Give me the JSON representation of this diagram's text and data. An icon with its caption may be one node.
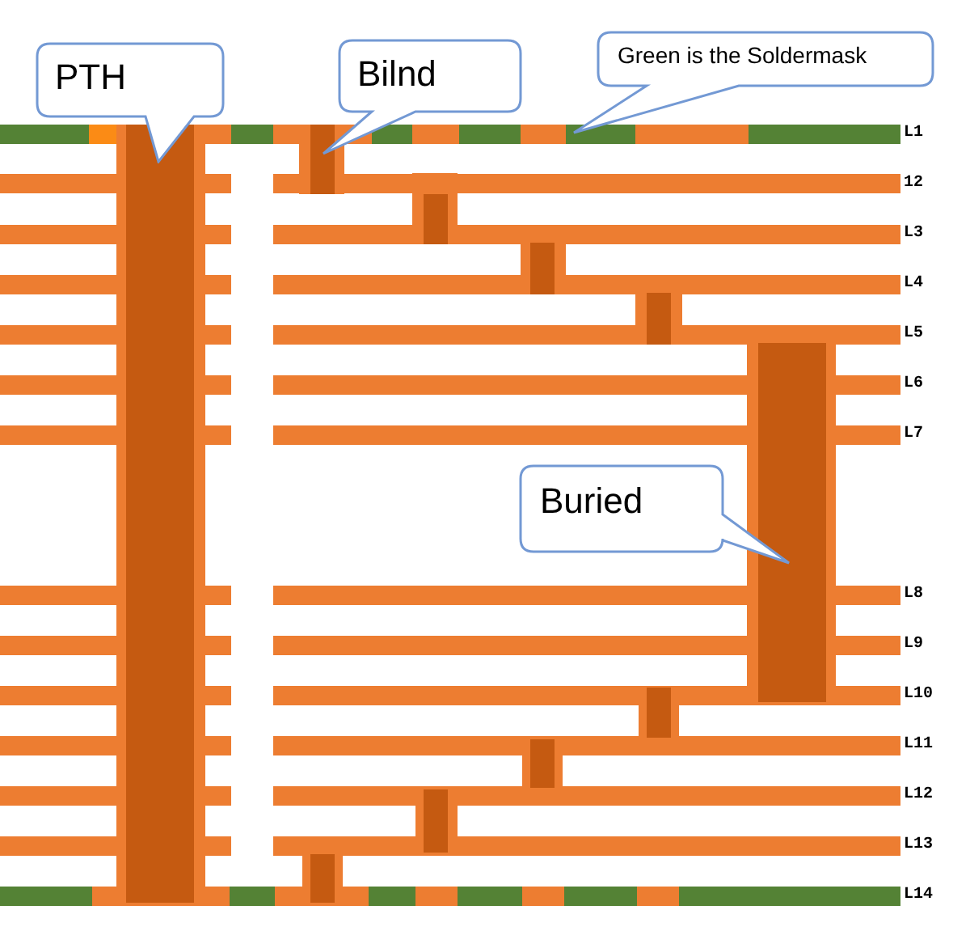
{
  "diagram": {
    "nodes": [
      {
        "text": [
          "PTH"
        ]
      },
      {
        "text": [
          "Bilnd"
        ]
      },
      {
        "text": [
          "Green is the Soldermask"
        ]
      },
      {
        "text": [
          "Buried"
        ]
      }
    ],
    "labels": [
      "L1",
      "12",
      "L3",
      "L4",
      "L5",
      "L6",
      "L7",
      "L8",
      "L9",
      "L10",
      "L11",
      "L12",
      "L13",
      "L14"
    ]
  }
}
